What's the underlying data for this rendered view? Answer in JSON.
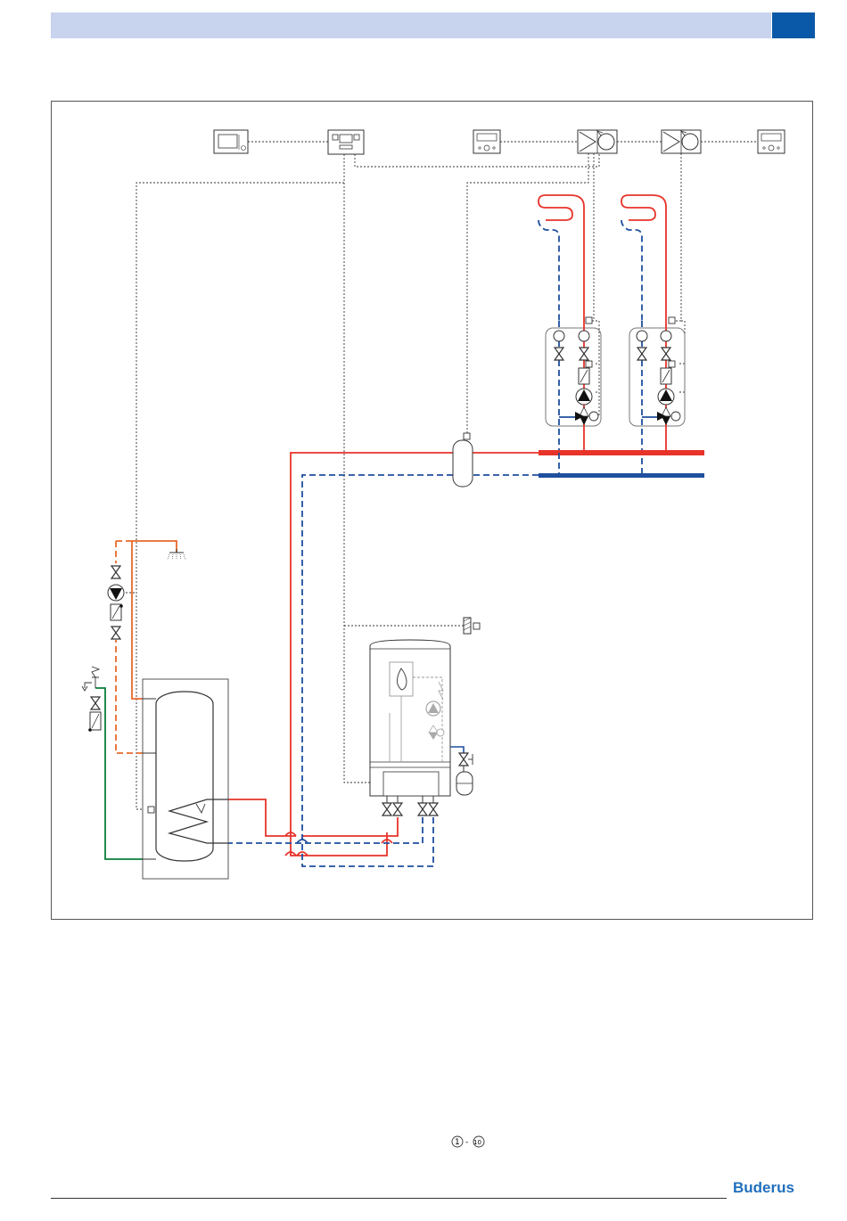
{
  "brand": {
    "name": "Buderus"
  },
  "legend": {
    "range_start": "1",
    "separator": "-",
    "range_end": "10"
  },
  "colors": {
    "header_bar": "#c8d3ee",
    "header_tab": "#0a59a8",
    "supply": "#e8332a",
    "return": "#1f4f9e",
    "dhw_circulation": "#e8692a",
    "cold_water": "#0a7d3a",
    "control_wiring": "#333333",
    "brand": "#1f6fbd"
  },
  "icons": [
    "room-controller-icon",
    "system-controller-icon",
    "remote-control-icon",
    "mixer-module-icon",
    "pump-icon",
    "valve-icon",
    "flame-icon",
    "tap-icon",
    "expansion-vessel-icon",
    "hydraulic-separator-icon",
    "storage-tank-icon",
    "boiler-icon",
    "sensor-icon",
    "filter-icon"
  ]
}
